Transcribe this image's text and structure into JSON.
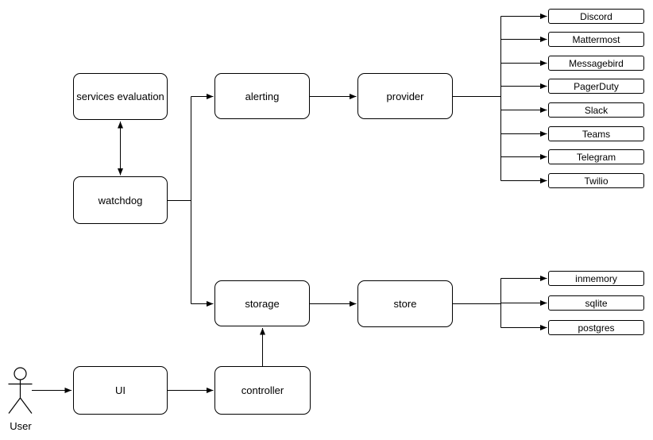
{
  "diagram": {
    "background": "#ffffff",
    "stroke_color": "#000000",
    "text_color": "#000000",
    "nodes": {
      "services_evaluation": "services evaluation",
      "watchdog": "watchdog",
      "alerting": "alerting",
      "provider": "provider",
      "storage": "storage",
      "store": "store",
      "ui": "UI",
      "controller": "controller"
    },
    "providers": [
      "Discord",
      "Mattermost",
      "Messagebird",
      "PagerDuty",
      "Slack",
      "Teams",
      "Telegram",
      "Twilio"
    ],
    "stores": [
      "inmemory",
      "sqlite",
      "postgres"
    ],
    "actor_label": "User"
  }
}
